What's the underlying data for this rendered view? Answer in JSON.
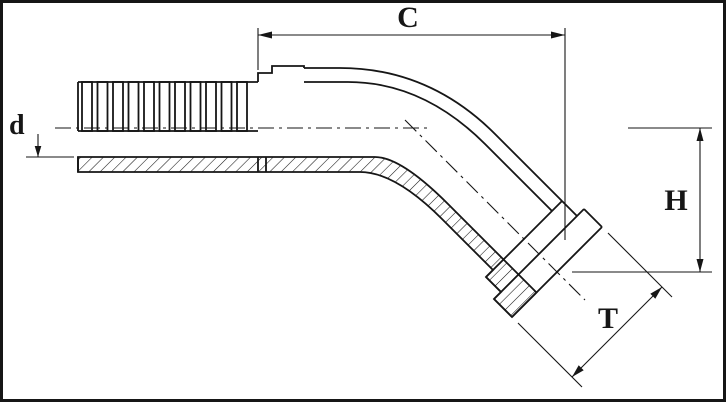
{
  "labels": {
    "c": "C",
    "d": "d",
    "h": "H",
    "t": "T"
  },
  "colors": {
    "line": "#161616",
    "background": "#ffffff"
  }
}
